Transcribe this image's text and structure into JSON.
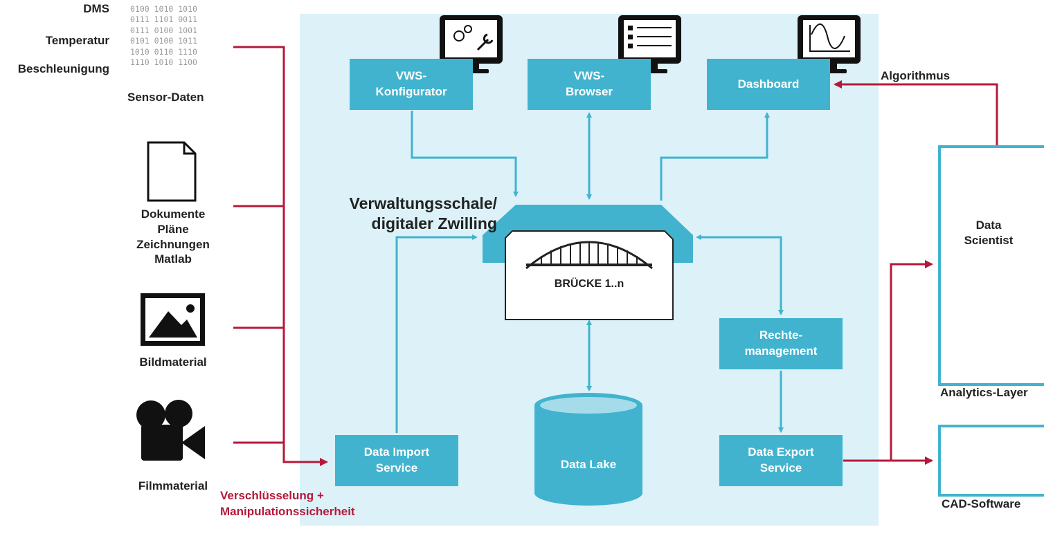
{
  "sensor": {
    "labels": [
      "DMS",
      "Temperatur",
      "Beschleunigung"
    ],
    "bits": "0100 1010 1010\n0111 1101 0011\n0111 0100 1001\n0101 0100 1011\n1010 0110 1110\n1110 1010 1100",
    "caption": "Sensor-Daten"
  },
  "sources": {
    "documents": "Dokumente\nPläne\nZeichnungen\nMatlab",
    "images": "Bildmaterial",
    "film": "Filmmaterial"
  },
  "encryption": "Verschlüsselung +\nManipulationssicherheit",
  "boxes": {
    "configurator": "VWS-\nKonfigurator",
    "browser": "VWS-\nBrowser",
    "dashboard": "Dashboard",
    "import": "Data Import\nService",
    "rights": "Rechte-\nmanagement",
    "export": "Data Export\nService",
    "lake": "Data Lake"
  },
  "twin_title": "Verwaltungsschale/\ndigitaler Zwilling",
  "bridge": "BRÜCKE 1..n",
  "algorithm": "Algorithmus",
  "right": {
    "scientist": "Data\nScientist",
    "analytics_layer": "Analytics-Layer",
    "cad": "CAD-Software"
  },
  "colors": {
    "blue": "#41b3cf",
    "panel": "#dcf2f8",
    "red": "#b5193a"
  },
  "icons": [
    "sensor-bits",
    "document-icon",
    "image-icon",
    "film-camera-icon",
    "monitor-gears-icon",
    "monitor-list-icon",
    "monitor-chart-icon",
    "bridge-icon",
    "database-icon",
    "data-scientist-icon",
    "cad-monitor-icon"
  ]
}
